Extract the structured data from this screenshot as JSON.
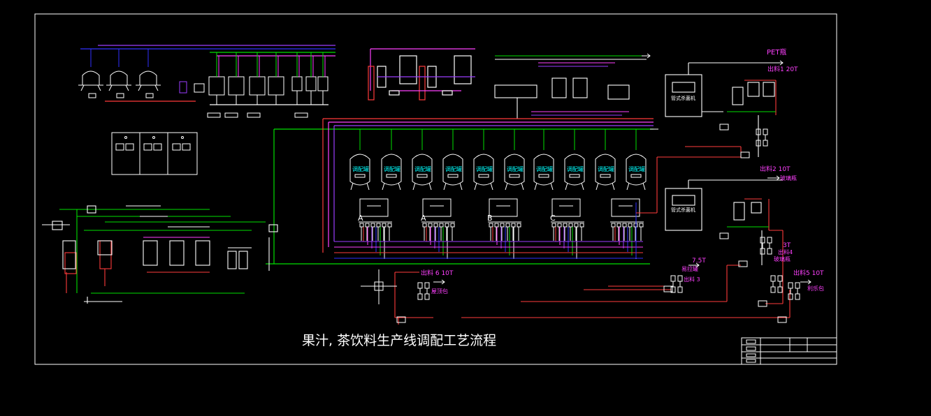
{
  "title": "果汁, 茶饮料生产线调配工艺流程",
  "colors": {
    "background": "#000000",
    "frame": "#ffffff",
    "green": "#00e000",
    "red": "#ff3b3b",
    "magenta": "#ff40ff",
    "purple": "#9b3cff",
    "blue": "#3030ff",
    "cyan": "#00ffff",
    "white": "#ffffff",
    "yellow": "#ffff00"
  },
  "tank_label": "调配罐",
  "dispense_units": [
    "A",
    "A",
    "B",
    "C"
  ],
  "sterilizer_label": "管式杀菌机",
  "outputs": {
    "pet_label": "PET瓶",
    "out1": "出料1 20T",
    "out2_flow": "出料2 10T",
    "out2_pkg": "玻璃瓶",
    "out3_flow": "7.5T",
    "out3_pkg": "易拉罐",
    "out3_label": "出料 3",
    "out4_flow": "3T",
    "out4_label": "出料4",
    "out4_pkg": "玻璃瓶",
    "out5_label": "出料5 10T",
    "out5_pkg": "利乐包",
    "out6_label": "出料 6 10T",
    "out6_pkg": "屋顶包"
  }
}
